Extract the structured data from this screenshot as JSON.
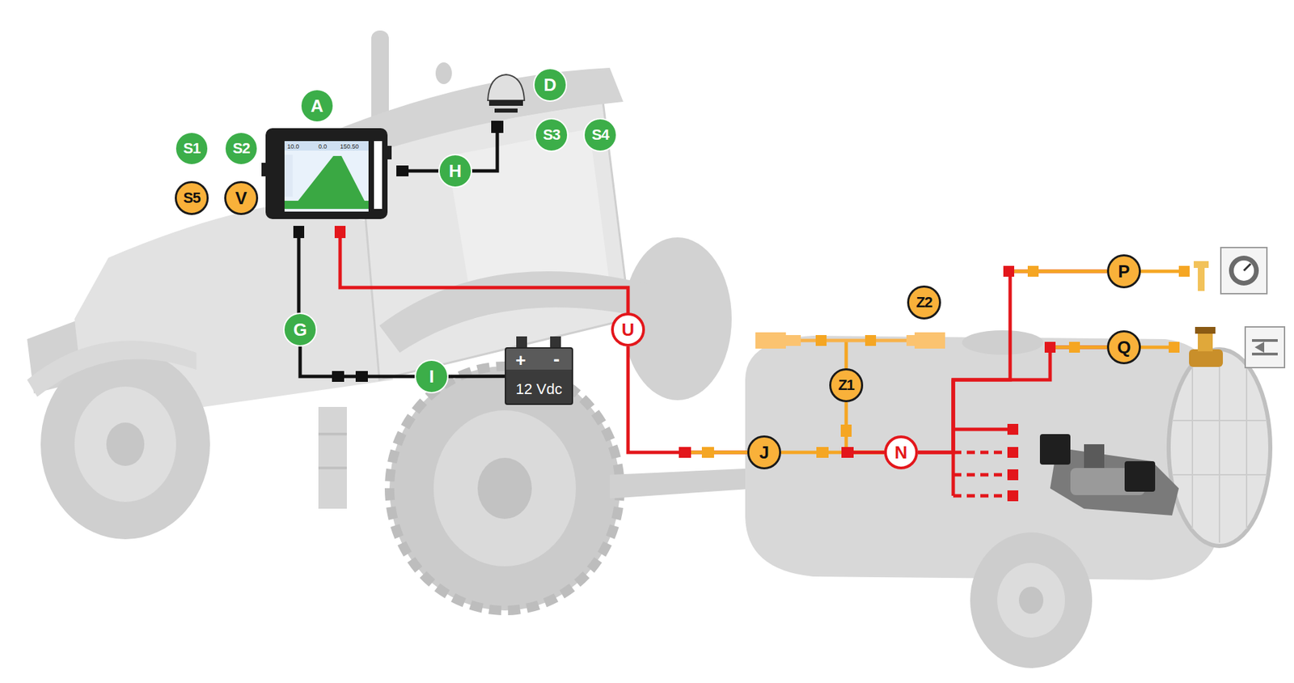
{
  "diagram": {
    "nodes": [
      {
        "text": [
          "A"
        ]
      },
      {
        "text": [
          "S1"
        ]
      },
      {
        "text": [
          "S2"
        ]
      },
      {
        "text": [
          "S5"
        ]
      },
      {
        "text": [
          "V"
        ]
      },
      {
        "text": [
          "D"
        ]
      },
      {
        "text": [
          "S3"
        ]
      },
      {
        "text": [
          "S4"
        ]
      },
      {
        "text": [
          "H"
        ]
      },
      {
        "text": [
          "G"
        ]
      },
      {
        "text": [
          "I"
        ]
      },
      {
        "text": [
          "+",
          "-",
          "12 Vdc"
        ]
      },
      {
        "text": [
          "U"
        ]
      },
      {
        "text": [
          "Z2"
        ]
      },
      {
        "text": [
          "Z1"
        ]
      },
      {
        "text": [
          "J"
        ]
      },
      {
        "text": [
          "N"
        ]
      },
      {
        "text": [
          "P"
        ]
      },
      {
        "text": [
          "Q"
        ]
      }
    ],
    "edges": [
      {
        "from": 9,
        "to": 10,
        "arrow": "none"
      },
      {
        "from": 10,
        "to": 11,
        "arrow": "none"
      },
      {
        "from": 12,
        "to": 15,
        "arrow": "none"
      },
      {
        "from": 15,
        "to": 16,
        "arrow": "none"
      },
      {
        "from": 14,
        "to": 16,
        "arrow": "none"
      },
      {
        "from": 16,
        "to": 17,
        "arrow": "none"
      },
      {
        "from": 16,
        "to": 18,
        "arrow": "none"
      }
    ],
    "labels": [
      "10.0",
      "0.0",
      "150.50"
    ]
  }
}
